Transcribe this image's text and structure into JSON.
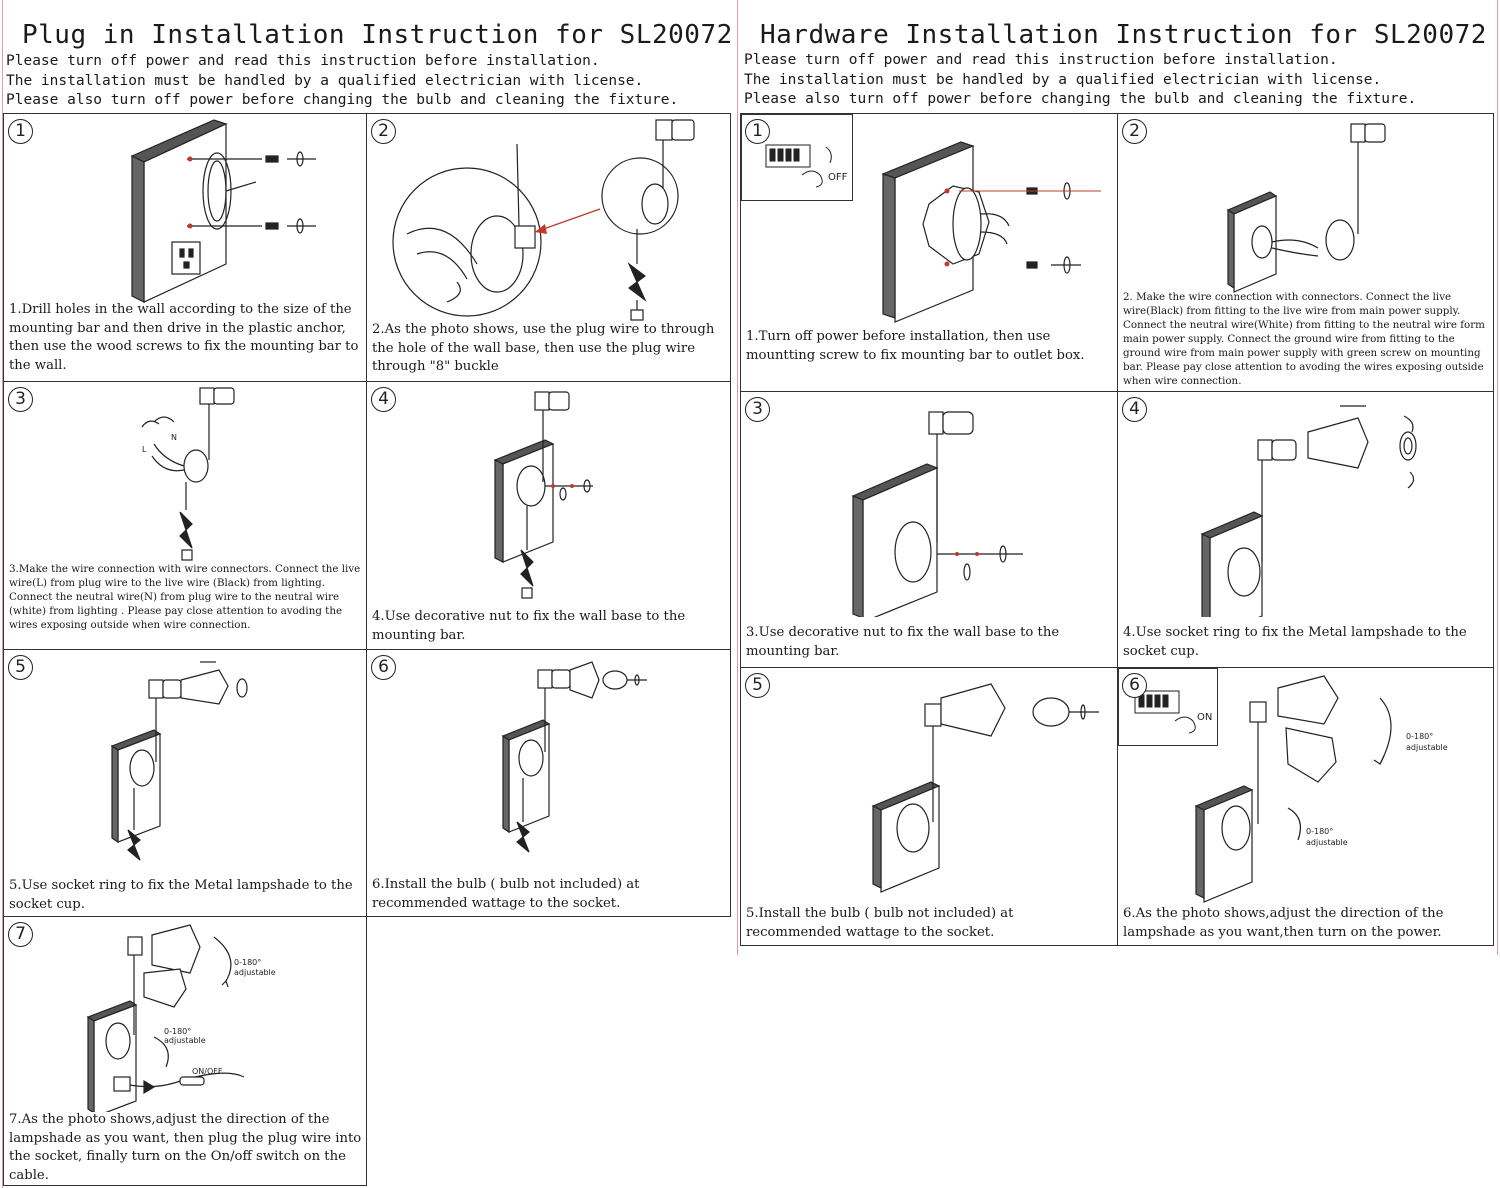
{
  "plug": {
    "title": "Plug in Installation Instruction for SL20072",
    "intro": [
      "Please turn off power and read this instruction before installation.",
      "The installation must be handled by a qualified electrician with license.",
      "Please also turn off power before changing the bulb and cleaning the fixture."
    ],
    "steps": [
      {
        "num": "1",
        "text": "1.Drill holes in the wall according to the size of the mounting bar and then drive in the plastic anchor, then use the wood screws to fix the mounting bar to the wall."
      },
      {
        "num": "2",
        "text": "2.As the photo shows, use the plug wire to through the hole of the wall base, then use the plug wire through \"8\" buckle"
      },
      {
        "num": "3",
        "text": "3.Make the wire connection with wire connectors. Connect the live wire(L) from plug wire to the live wire (Black) from lighting. Connect the neutral wire(N) from plug wire to the neutral wire (white) from lighting . Please pay close attention to avoding the wires exposing outside when wire connection."
      },
      {
        "num": "4",
        "text": "4.Use decorative nut to fix the wall base to the mounting bar."
      },
      {
        "num": "5",
        "text": "5.Use socket ring to fix the Metal lampshade to the socket cup."
      },
      {
        "num": "6",
        "text": "6.Install the bulb ( bulb not included) at recommended wattage to the socket."
      },
      {
        "num": "7",
        "text": "7.As the photo shows,adjust the direction of the lampshade as you want, then plug the plug wire into the socket, finally turn on the On/off switch on the cable."
      }
    ],
    "labels": {
      "l": "L",
      "n": "N",
      "on_off": "ON/OFF",
      "adjustable": "adjustable",
      "range": "0-180°"
    }
  },
  "hardware": {
    "title": "Hardware Installation Instruction for SL20072",
    "intro": [
      "Please turn off power and read this instruction before installation.",
      "The installation must be handled by a qualified electrician with license.",
      "Please also turn off power before changing the bulb and cleaning the fixture."
    ],
    "steps": [
      {
        "num": "1",
        "text": "1.Turn off power before installation, then use mountting screw to fix mounting bar to outlet box."
      },
      {
        "num": "2",
        "text": "2.  Make the wire connection with connectors. Connect the live wire(Black) from fitting to the live wire from main power supply. Connect the neutral wire(White) from fitting to the neutral wire form main power supply. Connect the ground wire from fitting to the ground wire from main power supply with green screw on mounting bar. Please pay close attention to avoding the wires exposing outside when wire connection."
      },
      {
        "num": "3",
        "text": "3.Use decorative nut to fix the wall base to the mounting bar."
      },
      {
        "num": "4",
        "text": "4.Use socket ring to fix the Metal lampshade to the socket cup."
      },
      {
        "num": "5",
        "text": "5.Install the bulb ( bulb not included) at recommended wattage to the socket."
      },
      {
        "num": "6",
        "text": "6.As the photo shows,adjust the direction of the lampshade as you want,then turn on the power."
      }
    ],
    "labels": {
      "off": "OFF",
      "on": "ON",
      "adjustable": "adjustable",
      "range": "0-180°"
    }
  }
}
